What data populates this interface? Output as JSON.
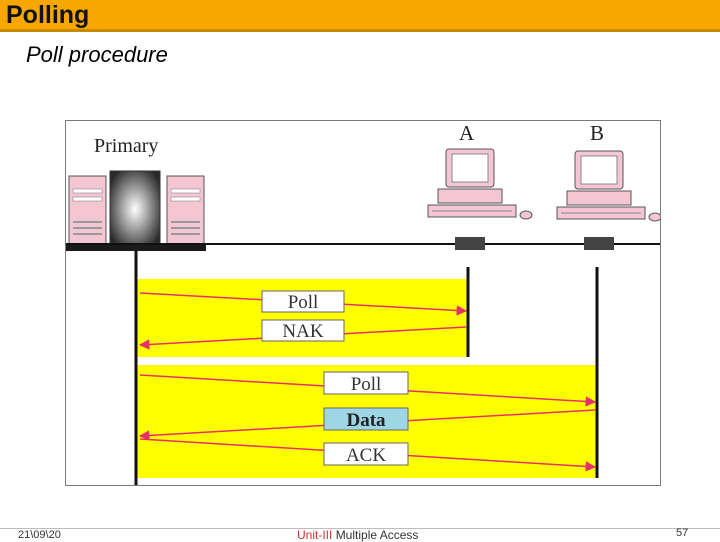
{
  "header": {
    "title": "Polling",
    "subtitle": "Poll procedure"
  },
  "diagram": {
    "primary_label": "Primary",
    "station_a_label": "A",
    "station_b_label": "B",
    "exchange_a": [
      "Poll",
      "NAK"
    ],
    "exchange_b": [
      "Poll",
      "Data",
      "ACK"
    ]
  },
  "footer": {
    "date": "21\\09\\20",
    "unit_prefix": "Unit-III",
    "unit_suffix": "Multiple Access",
    "page_number": "57"
  },
  "colors": {
    "title_bar": "#f7a700",
    "highlight": "#ffff00",
    "arrow": "#e6306a",
    "data_box": "#9fd6e6"
  }
}
